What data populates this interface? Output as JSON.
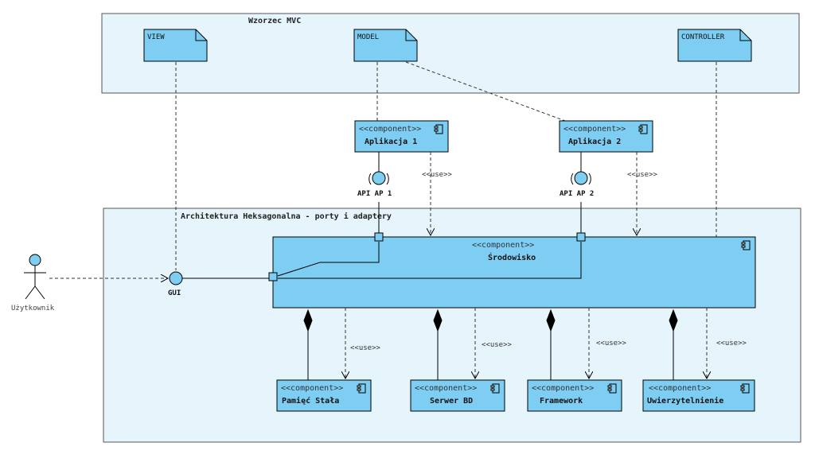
{
  "packages": {
    "mvc": {
      "title": "Wzorzec MVC"
    },
    "hex": {
      "title": "Architektura Heksagonalna - porty i adaptery"
    }
  },
  "notes": {
    "view": "VIEW",
    "model": "MODEL",
    "controller": "CONTROLLER"
  },
  "stereotype": "<<component>>",
  "components": {
    "app1": "Aplikacja 1",
    "app2": "Aplikacja 2",
    "env": "Środowisko",
    "storage": "Pamięć Stała",
    "db": "Serwer BD",
    "framework": "Framework",
    "auth": "Uwierzytelnienie"
  },
  "interfaces": {
    "api1": "API AP 1",
    "api2": "API AP 2",
    "gui": "GUI"
  },
  "actor": {
    "name": "Użytkownik"
  },
  "use_label": "<<use>>",
  "colors": {
    "package_fill": "#e6f5fc",
    "component_fill": "#7ecef4",
    "note_fill": "#7ecef4",
    "stroke": "#000000"
  }
}
